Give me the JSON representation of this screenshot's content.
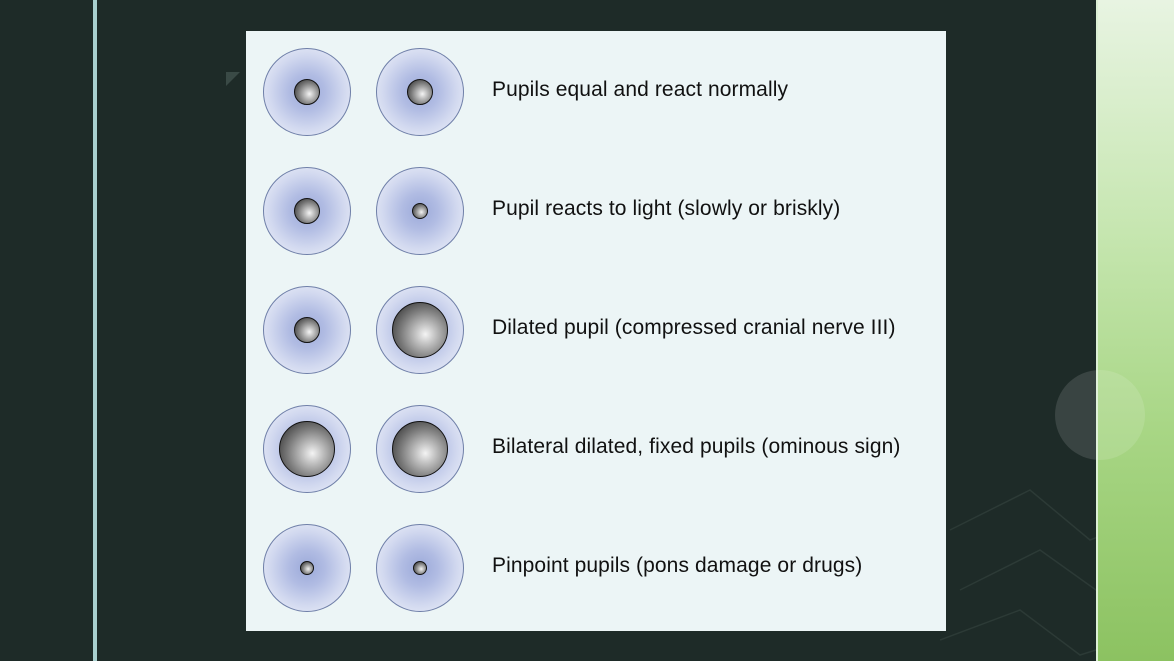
{
  "rows": [
    {
      "label": "Pupils equal and react normally",
      "left_pupil": "medium",
      "right_pupil": "medium"
    },
    {
      "label": "Pupil reacts to light (slowly or briskly)",
      "left_pupil": "medium",
      "right_pupil": "small"
    },
    {
      "label": "Dilated pupil (compressed cranial nerve III)",
      "left_pupil": "medium",
      "right_pupil": "large"
    },
    {
      "label": "Bilateral dilated, fixed pupils (ominous sign)",
      "left_pupil": "large",
      "right_pupil": "large"
    },
    {
      "label": "Pinpoint pupils (pons damage or drugs)",
      "left_pupil": "tiny",
      "right_pupil": "tiny"
    }
  ],
  "colors": {
    "background": "#1e2b28",
    "figure_background": "#ecf5f6",
    "accent_rule": "#a9d0cf",
    "side_panel": "#a8d685"
  }
}
